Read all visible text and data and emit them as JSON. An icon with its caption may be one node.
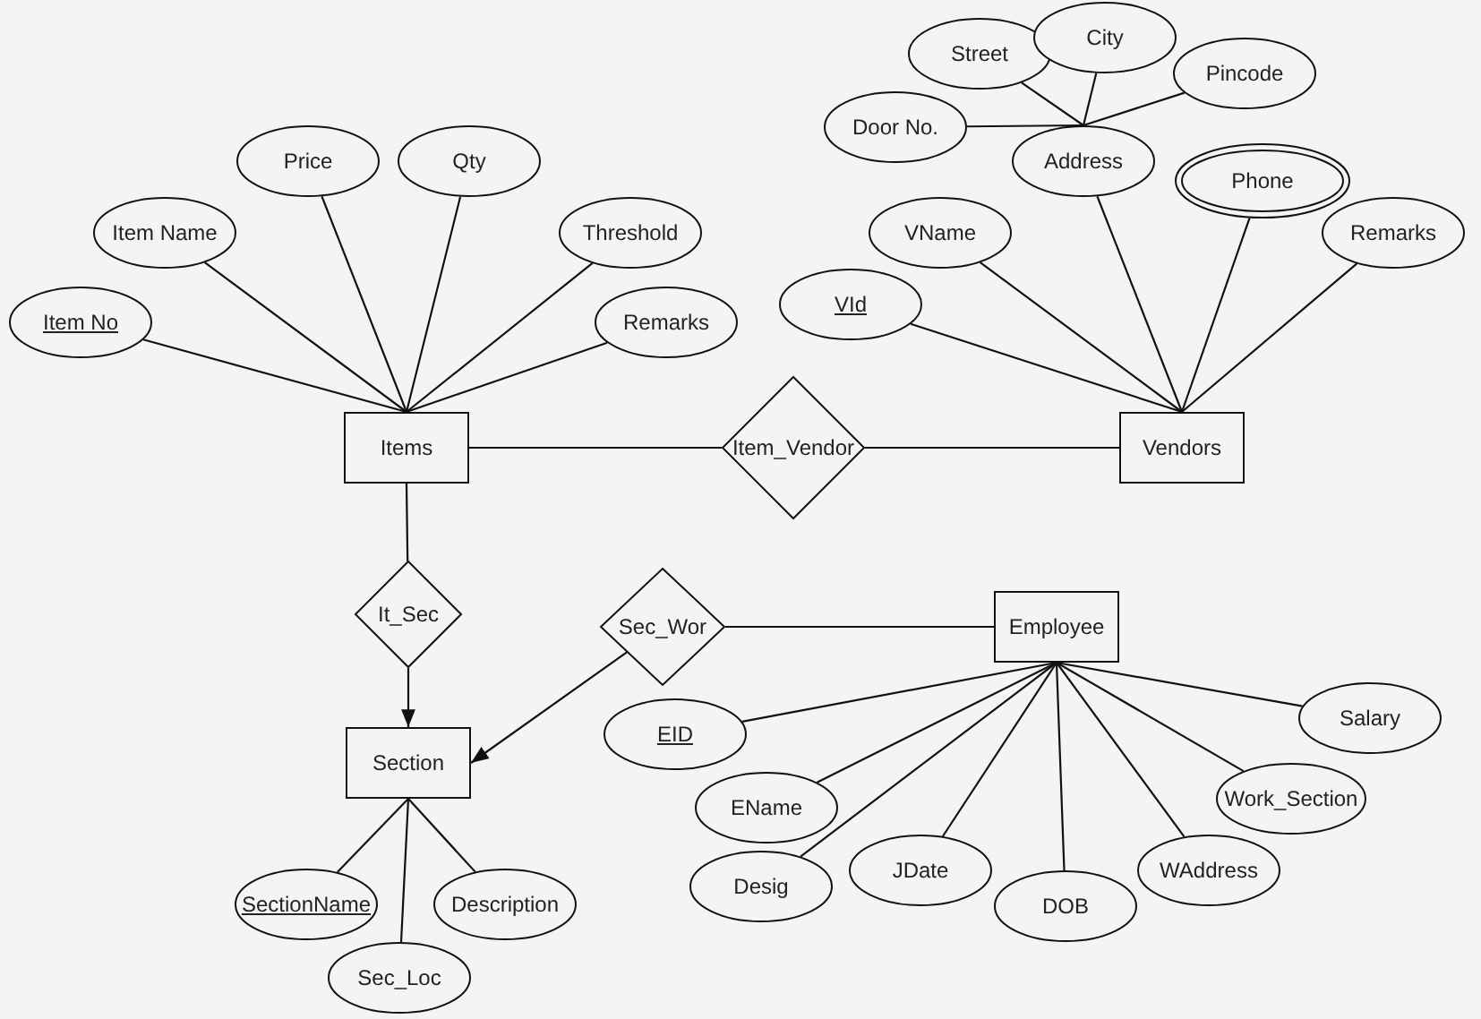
{
  "diagram": {
    "nodes": [
      {
        "text": [
          "Items"
        ]
      },
      {
        "text": [
          "Item No"
        ]
      },
      {
        "text": [
          "Item Name"
        ]
      },
      {
        "text": [
          "Price"
        ]
      },
      {
        "text": [
          "Qty"
        ]
      },
      {
        "text": [
          "Threshold"
        ]
      },
      {
        "text": [
          "Remarks"
        ]
      },
      {
        "text": [
          "Item_Vendor"
        ]
      },
      {
        "text": [
          "Vendors"
        ]
      },
      {
        "text": [
          "Street"
        ]
      },
      {
        "text": [
          "City"
        ]
      },
      {
        "text": [
          "Pincode"
        ]
      },
      {
        "text": [
          "Door No."
        ]
      },
      {
        "text": [
          "Address"
        ]
      },
      {
        "text": [
          "Phone"
        ]
      },
      {
        "text": [
          "VName"
        ]
      },
      {
        "text": [
          "Remarks"
        ]
      },
      {
        "text": [
          "VId"
        ]
      },
      {
        "text": [
          "It_Sec"
        ]
      },
      {
        "text": [
          "Sec_Wor"
        ]
      },
      {
        "text": [
          "Employee"
        ]
      },
      {
        "text": [
          "Section"
        ]
      },
      {
        "text": [
          "SectionName"
        ]
      },
      {
        "text": [
          "Sec_Loc"
        ]
      },
      {
        "text": [
          "Description"
        ]
      },
      {
        "text": [
          "EID"
        ]
      },
      {
        "text": [
          "Salary"
        ]
      },
      {
        "text": [
          "EName"
        ]
      },
      {
        "text": [
          "Work_Section"
        ]
      },
      {
        "text": [
          "JDate"
        ]
      },
      {
        "text": [
          "Desig"
        ]
      },
      {
        "text": [
          "WAddress"
        ]
      },
      {
        "text": [
          "DOB"
        ]
      }
    ],
    "edges": [
      {
        "from": 1,
        "to": 0,
        "arrow": "none"
      },
      {
        "from": 2,
        "to": 0,
        "arrow": "none"
      },
      {
        "from": 3,
        "to": 0,
        "arrow": "none"
      },
      {
        "from": 4,
        "to": 0,
        "arrow": "none"
      },
      {
        "from": 5,
        "to": 0,
        "arrow": "none"
      },
      {
        "from": 6,
        "to": 0,
        "arrow": "none"
      },
      {
        "from": 0,
        "to": 7,
        "arrow": "none"
      },
      {
        "from": 7,
        "to": 8,
        "arrow": "none"
      },
      {
        "from": 9,
        "to": 13,
        "arrow": "none"
      },
      {
        "from": 10,
        "to": 13,
        "arrow": "none"
      },
      {
        "from": 11,
        "to": 13,
        "arrow": "none"
      },
      {
        "from": 12,
        "to": 13,
        "arrow": "none"
      },
      {
        "from": 17,
        "to": 8,
        "arrow": "none"
      },
      {
        "from": 15,
        "to": 8,
        "arrow": "none"
      },
      {
        "from": 13,
        "to": 8,
        "arrow": "none"
      },
      {
        "from": 14,
        "to": 8,
        "arrow": "none"
      },
      {
        "from": 16,
        "to": 8,
        "arrow": "none"
      },
      {
        "from": 0,
        "to": 18,
        "arrow": "none"
      },
      {
        "from": 18,
        "to": 21,
        "arrow": "to"
      },
      {
        "from": 19,
        "to": 21,
        "arrow": "to"
      },
      {
        "from": 19,
        "to": 20,
        "arrow": "none"
      },
      {
        "from": 22,
        "to": 21,
        "arrow": "none"
      },
      {
        "from": 23,
        "to": 21,
        "arrow": "none"
      },
      {
        "from": 24,
        "to": 21,
        "arrow": "none"
      },
      {
        "from": 25,
        "to": 20,
        "arrow": "none"
      },
      {
        "from": 27,
        "to": 20,
        "arrow": "none"
      },
      {
        "from": 30,
        "to": 20,
        "arrow": "none"
      },
      {
        "from": 29,
        "to": 20,
        "arrow": "none"
      },
      {
        "from": 32,
        "to": 20,
        "arrow": "none"
      },
      {
        "from": 31,
        "to": 20,
        "arrow": "none"
      },
      {
        "from": 28,
        "to": 20,
        "arrow": "none"
      },
      {
        "from": 26,
        "to": 20,
        "arrow": "none"
      }
    ]
  }
}
